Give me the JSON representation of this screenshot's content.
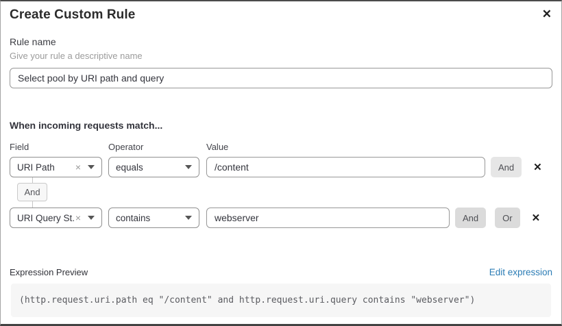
{
  "dialog": {
    "title": "Create Custom Rule"
  },
  "icons": {
    "close": "✕",
    "clear": "×"
  },
  "rule_name": {
    "label": "Rule name",
    "helper": "Give your rule a descriptive name",
    "value": "Select pool by URI path and query"
  },
  "match": {
    "heading": "When incoming requests match...",
    "columns": {
      "field": "Field",
      "operator": "Operator",
      "value": "Value"
    },
    "connector_label": "And",
    "rows": [
      {
        "field": "URI Path",
        "operator": "equals",
        "value": "/content",
        "buttons": {
          "and": "And"
        }
      },
      {
        "field": "URI Query St...",
        "operator": "contains",
        "value": "webserver",
        "buttons": {
          "and": "And",
          "or": "Or"
        }
      }
    ]
  },
  "expression": {
    "label": "Expression Preview",
    "edit_link": "Edit expression",
    "code": "(http.request.uri.path eq \"/content\" and http.request.uri.query contains \"webserver\")"
  },
  "colors": {
    "link": "#2b7cb5",
    "code_bg": "#f6f6f6",
    "code_text": "#5a5b60",
    "button_gray": "#dbdbdb"
  }
}
